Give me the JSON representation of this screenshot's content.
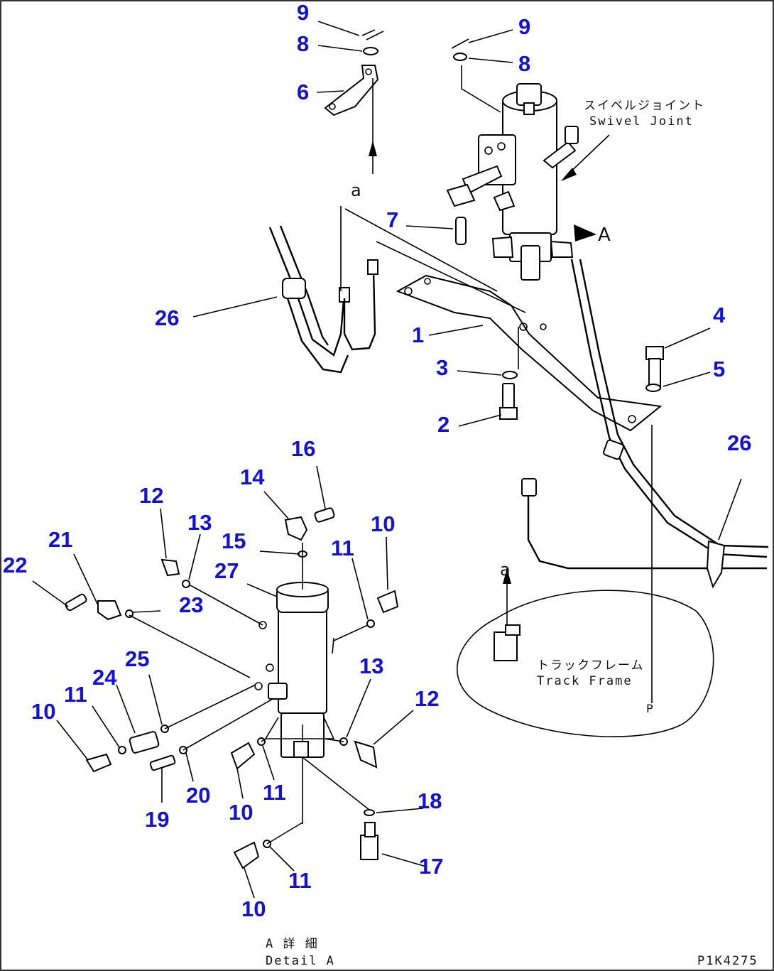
{
  "callouts": [
    {
      "id": "c9a",
      "text": "9"
    },
    {
      "id": "c8a",
      "text": "8"
    },
    {
      "id": "c6",
      "text": "6"
    },
    {
      "id": "c9b",
      "text": "9"
    },
    {
      "id": "c8b",
      "text": "8"
    },
    {
      "id": "c7",
      "text": "7"
    },
    {
      "id": "c26a",
      "text": "26"
    },
    {
      "id": "c1",
      "text": "1"
    },
    {
      "id": "c3",
      "text": "3"
    },
    {
      "id": "c2",
      "text": "2"
    },
    {
      "id": "c4",
      "text": "4"
    },
    {
      "id": "c5",
      "text": "5"
    },
    {
      "id": "c26b",
      "text": "26"
    },
    {
      "id": "c16",
      "text": "16"
    },
    {
      "id": "c14",
      "text": "14"
    },
    {
      "id": "c12a",
      "text": "12"
    },
    {
      "id": "c13a",
      "text": "13"
    },
    {
      "id": "c15",
      "text": "15"
    },
    {
      "id": "c10a",
      "text": "10"
    },
    {
      "id": "c11a",
      "text": "11"
    },
    {
      "id": "c27",
      "text": "27"
    },
    {
      "id": "c21",
      "text": "21"
    },
    {
      "id": "c22",
      "text": "22"
    },
    {
      "id": "c23",
      "text": "23"
    },
    {
      "id": "c25",
      "text": "25"
    },
    {
      "id": "c24",
      "text": "24"
    },
    {
      "id": "c11b",
      "text": "11"
    },
    {
      "id": "c10b",
      "text": "10"
    },
    {
      "id": "c13b",
      "text": "13"
    },
    {
      "id": "c12b",
      "text": "12"
    },
    {
      "id": "c19",
      "text": "19"
    },
    {
      "id": "c20",
      "text": "20"
    },
    {
      "id": "c10c",
      "text": "10"
    },
    {
      "id": "c11c",
      "text": "11"
    },
    {
      "id": "c18",
      "text": "18"
    },
    {
      "id": "c17",
      "text": "17"
    },
    {
      "id": "c11d",
      "text": "11"
    },
    {
      "id": "c10d",
      "text": "10"
    }
  ],
  "notes": {
    "swivel_jp": "スイベルジョイント",
    "swivel_en": "Swivel Joint",
    "track_jp": "トラックフレーム",
    "track_en": "Track Frame",
    "detail_jp": "A 詳 細",
    "detail_en": "Detail A",
    "drawing_code": "P1K4275",
    "view_arrow_label": "A"
  },
  "letters": {
    "a_upper": "a",
    "a_lower": "a",
    "p_mark": "P"
  }
}
